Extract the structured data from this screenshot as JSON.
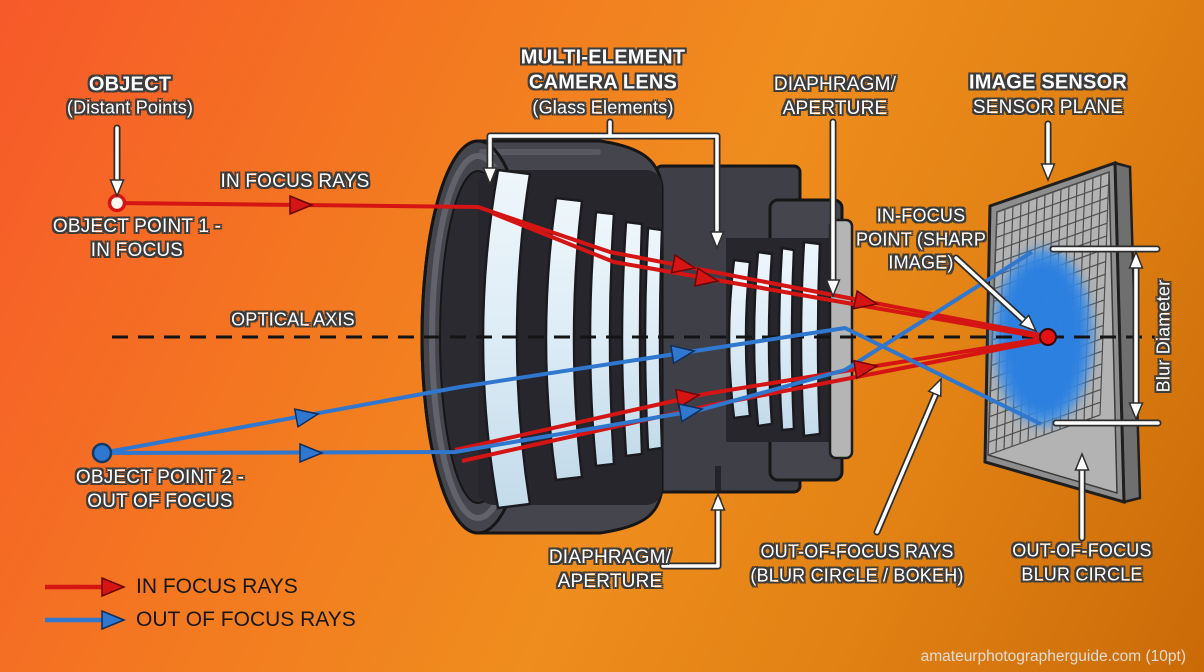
{
  "background": {
    "top_left_color": "#f7592a",
    "middle_color": "#ef8d1e",
    "bottom_right_color": "#c96a07"
  },
  "colors": {
    "in_focus_ray": "#d51414",
    "out_of_focus_ray": "#2f77cf",
    "optical_axis": "#141414",
    "annotation_white": "#ffffff",
    "annotation_outline": "#3c3c3c",
    "lens_barrel": "#45454d",
    "lens_glass_light": "#eef6fb",
    "lens_glass_dark": "#c3dbea",
    "sensor_frame": "#8e8e8e",
    "sensor_face": "#b3b3b3",
    "sensor_grid_line": "#4f4f4f",
    "blur_circle_blue": "#2f87e8",
    "focus_point_red": "#e51212"
  },
  "labels": {
    "object": {
      "title": "OBJECT",
      "subtitle": "(Distant Points)",
      "in_focus_rays": "IN FOCUS RAYS",
      "point1_line1": "OBJECT POINT 1 -",
      "point1_line2": "IN FOCUS",
      "point2_line1": "OBJECT POINT 2 -",
      "point2_line2": "OUT OF FOCUS"
    },
    "optical_axis": "OPTICAL AXIS",
    "lens": {
      "title_line1": "MULTI-ELEMENT",
      "title_line2": "CAMERA LENS",
      "subtitle": "(Glass Elements)"
    },
    "diaphragm_top": {
      "line1": "DIAPHRAGM/",
      "line2": "APERTURE"
    },
    "diaphragm_bottom": {
      "line1": "DIAPHRAGM/",
      "line2": "APERTURE"
    },
    "sensor": {
      "title": "IMAGE SENSOR",
      "subtitle": "SENSOR PLANE"
    },
    "in_focus_point": {
      "line1": "IN-FOCUS",
      "line2": "POINT (SHARP",
      "line3": "IMAGE)"
    },
    "blur_diameter": "Blur Diameter",
    "out_of_focus_rays": {
      "line1": "OUT-OF-FOCUS RAYS",
      "line2": "(BLUR CIRCLE / BOKEH)"
    },
    "out_of_focus_blur": {
      "line1": "OUT-OF-FOCUS",
      "line2": "BLUR CIRCLE"
    }
  },
  "legend": {
    "items": [
      {
        "label": "IN FOCUS RAYS",
        "color": "#d51414"
      },
      {
        "label": "OUT OF FOCUS RAYS",
        "color": "#2f77cf"
      }
    ]
  },
  "watermark": "amateurphotographerguide.com (10pt)"
}
